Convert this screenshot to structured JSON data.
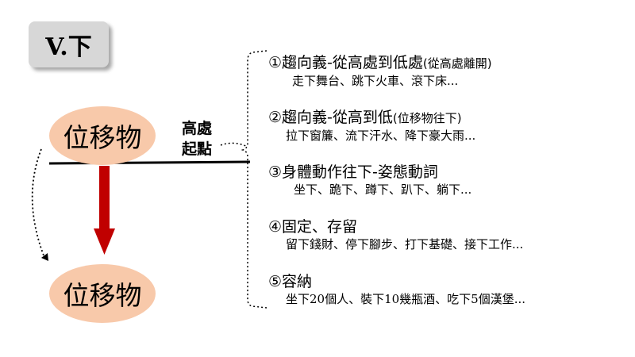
{
  "title": "V.下",
  "diagram": {
    "node_top": "位移物",
    "node_bottom": "位移物",
    "high_label_line1": "高處",
    "high_label_line2": "起點"
  },
  "items": [
    {
      "head": "①趨向義-從高處到低處",
      "note": "(從高處離開)",
      "examples": "走下舞台、跳下火車、滾下床..."
    },
    {
      "head": "②趨向義-從高到低",
      "note": "(位移物往下)",
      "examples": "拉下窗簾、流下汗水、降下豪大雨..."
    },
    {
      "head": "③身體動作往下-姿態動詞",
      "note": "",
      "examples": "坐下、跪下、蹲下、趴下、躺下..."
    },
    {
      "head": "④固定、存留",
      "note": "",
      "examples": "留下錢財、停下腳步、打下基礎、接下工作..."
    },
    {
      "head": "⑤容納",
      "note": "",
      "examples": "坐下20個人、裝下10幾瓶酒、吃下5個漢堡..."
    }
  ],
  "colors": {
    "arrow": "#c00000",
    "ellipse_fill": "#f8c9aa",
    "title_fill": "#d7d7d7"
  }
}
